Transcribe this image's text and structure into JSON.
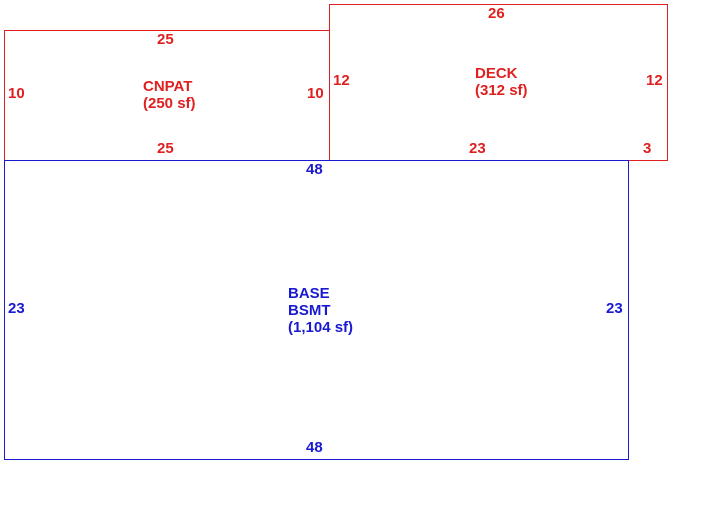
{
  "areas": [
    {
      "code": "CNPAT",
      "area": "(250 sf)",
      "color": "#e02020",
      "dims": {
        "top": "25",
        "bottom": "25",
        "left": "10",
        "right": "10"
      }
    },
    {
      "code": "DECK",
      "area": "(312 sf)",
      "color": "#e02020",
      "dims": {
        "top": "26",
        "bottom": "23",
        "bottom_extra": "3",
        "left": "12",
        "right": "12"
      }
    },
    {
      "code": "BASE",
      "code2": "BSMT",
      "area": "(1,104 sf)",
      "color": "#1a1ad0",
      "dims": {
        "top": "48",
        "bottom": "48",
        "left": "23",
        "right": "23"
      }
    }
  ]
}
